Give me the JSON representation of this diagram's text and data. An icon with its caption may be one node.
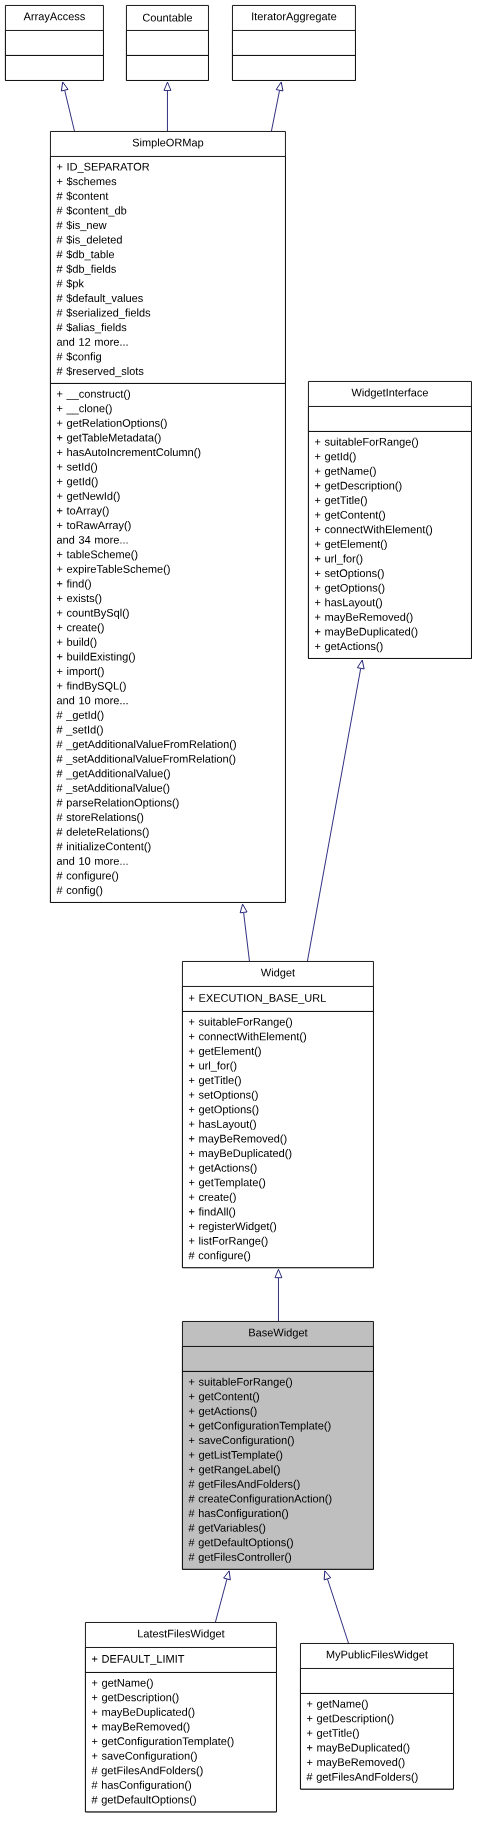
{
  "diagram": {
    "nodes": [
      {
        "text": [
          "ArrayAccess"
        ]
      },
      {
        "text": [],
        "shape": "box",
        "in": 0
      },
      {
        "text": [],
        "shape": "box",
        "in": 0
      },
      {
        "text": [
          "Countable"
        ]
      },
      {
        "text": [],
        "shape": "box",
        "in": 3
      },
      {
        "text": [],
        "shape": "box",
        "in": 3
      },
      {
        "text": [
          "IteratorAggregate"
        ]
      },
      {
        "text": [],
        "shape": "box",
        "in": 6
      },
      {
        "text": [],
        "shape": "box",
        "in": 6
      },
      {
        "text": [
          "SimpleORMap"
        ]
      },
      {
        "text": [
          "+ ID_SEPARATOR",
          "+ $schemes",
          "# $content",
          "# $content_db",
          "# $is_new",
          "# $is_deleted",
          "# $db_table",
          "# $db_fields",
          "# $pk",
          "# $default_values",
          "# $serialized_fields",
          "# $alias_fields",
          "and 12 more...",
          "# $config",
          "# $reserved_slots"
        ],
        "in": 9
      },
      {
        "text": [
          "+ __construct()",
          "+ __clone()",
          "+ getRelationOptions()",
          "+ getTableMetadata()",
          "+ hasAutoIncrementColumn()",
          "+ setId()",
          "+ getId()",
          "+ getNewId()",
          "+ toArray()",
          "+ toRawArray()",
          "and 34 more...",
          "+ tableScheme()",
          "+ expireTableScheme()",
          "+ find()",
          "+ exists()",
          "+ countBySql()",
          "+ create()",
          "+ build()",
          "+ buildExisting()",
          "+ import()",
          "+ findBySQL()",
          "and 10 more...",
          "# _getId()",
          "# _setId()",
          "# _getAdditionalValueFromRelation()",
          "# _setAdditionalValueFromRelation()",
          "# _getAdditionalValue()",
          "# _setAdditionalValue()",
          "# parseRelationOptions()",
          "# storeRelations()",
          "# deleteRelations()",
          "# initializeContent()",
          "and 10 more...",
          "# configure()",
          "# config()"
        ],
        "in": 9
      },
      {
        "text": [
          "WidgetInterface"
        ]
      },
      {
        "text": [],
        "shape": "box",
        "in": 12
      },
      {
        "text": [
          "+ suitableForRange()",
          "+ getId()",
          "+ getName()",
          "+ getDescription()",
          "+ getTitle()",
          "+ getContent()",
          "+ connectWithElement()",
          "+ getElement()",
          "+ url_for()",
          "+ setOptions()",
          "+ getOptions()",
          "+ hasLayout()",
          "+ mayBeRemoved()",
          "+ mayBeDuplicated()",
          "+ getActions()"
        ],
        "in": 12
      },
      {
        "text": [
          "Widget"
        ]
      },
      {
        "text": [
          "+ EXECUTION_BASE_URL"
        ],
        "in": 15
      },
      {
        "text": [
          "+ suitableForRange()",
          "+ connectWithElement()",
          "+ getElement()",
          "+ url_for()",
          "+ getTitle()",
          "+ setOptions()",
          "+ getOptions()",
          "+ hasLayout()",
          "+ mayBeRemoved()",
          "+ mayBeDuplicated()",
          "+ getActions()",
          "+ getTemplate()",
          "+ create()",
          "+ findAll()",
          "+ registerWidget()",
          "+ listForRange()",
          "# configure()"
        ],
        "in": 15
      },
      {
        "text": [
          "BaseWidget"
        ]
      },
      {
        "text": [],
        "shape": "box",
        "in": 18
      },
      {
        "text": [
          "+ suitableForRange()",
          "+ getContent()",
          "+ getActions()",
          "+ getConfigurationTemplate()",
          "+ saveConfiguration()",
          "+ getListTemplate()",
          "+ getRangeLabel()",
          "# getFilesAndFolders()",
          "# createConfigurationAction()",
          "# hasConfiguration()",
          "# getVariables()",
          "# getDefaultOptions()",
          "# getFilesController()"
        ],
        "in": 18
      },
      {
        "text": [
          "LatestFilesWidget"
        ]
      },
      {
        "text": [
          "+ DEFAULT_LIMIT"
        ],
        "in": 21
      },
      {
        "text": [
          "+ getName()",
          "+ getDescription()",
          "+ mayBeDuplicated()",
          "+ mayBeRemoved()",
          "+ getConfigurationTemplate()",
          "+ saveConfiguration()",
          "# getFilesAndFolders()",
          "# hasConfiguration()",
          "# getDefaultOptions()"
        ],
        "in": 21
      },
      {
        "text": [
          "MyPublicFilesWidget"
        ]
      },
      {
        "text": [],
        "shape": "box",
        "in": 24
      },
      {
        "text": [
          "+ getName()",
          "+ getDescription()",
          "+ getTitle()",
          "+ mayBeDuplicated()",
          "+ mayBeRemoved()",
          "# getFilesAndFolders()"
        ],
        "in": 24
      }
    ],
    "edges": [
      {
        "from": 9,
        "to": 0,
        "arrow": "to"
      },
      {
        "from": 9,
        "to": 3,
        "arrow": "to"
      },
      {
        "from": 9,
        "to": 6,
        "arrow": "to"
      },
      {
        "from": 15,
        "to": 9,
        "arrow": "to"
      },
      {
        "from": 15,
        "to": 12,
        "arrow": "to"
      },
      {
        "from": 18,
        "to": 15,
        "arrow": "to"
      },
      {
        "from": 21,
        "to": 18,
        "arrow": "to"
      },
      {
        "from": 24,
        "to": 18,
        "arrow": "to"
      }
    ]
  }
}
